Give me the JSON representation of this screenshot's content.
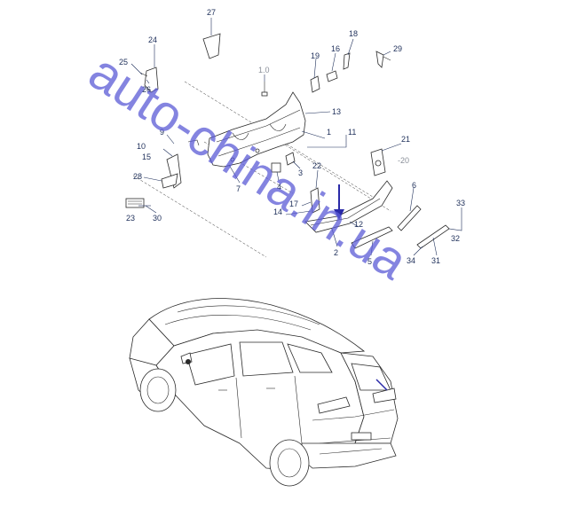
{
  "watermark": {
    "text": "auto-china.in.ua",
    "color": "#5b5bd6"
  },
  "accent_arrow_color": "#2a2aa8",
  "callouts": {
    "c27": "27",
    "c24": "24",
    "c25": "25",
    "c26": "26",
    "c18": "18",
    "c16": "16",
    "c19": "19",
    "c29": "29",
    "c1_0": "1.0",
    "c13": "13",
    "c1": "1",
    "c11": "11",
    "c9": "9",
    "c10": "10",
    "c15": "15",
    "c21": "21",
    "c20": "-20",
    "c22": "22",
    "c28": "28",
    "c3": "3",
    "c4": "4",
    "c7": "7",
    "c6": "6",
    "c17": "17",
    "c14": "14",
    "c23": "23",
    "c30": "30",
    "c33": "33",
    "c12": "12",
    "c2": "2",
    "c5": "5",
    "c34": "34",
    "c31": "31",
    "c32": "32"
  }
}
